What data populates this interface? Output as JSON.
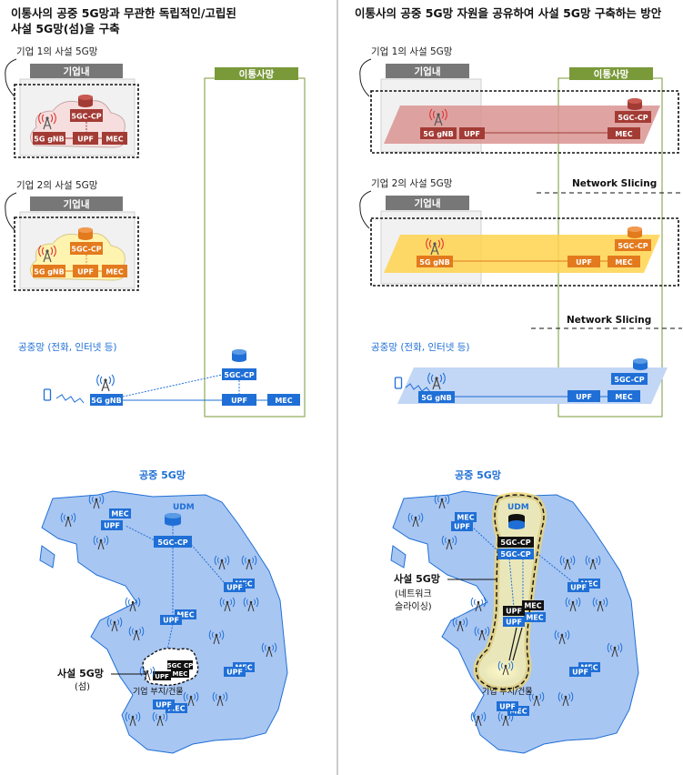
{
  "left": {
    "title_line1": "이통사의 공중 5G망과 무관한 독립적인/고립된",
    "title_line2": "사설 5G망(섬)을 구축",
    "corp1_label": "기업 1의 사설 5G망",
    "corp2_label": "기업 2의 사설 5G망",
    "corp_tab": "기업내",
    "operator_tab": "이통사망",
    "public_net": "공중망 (전화, 인터넷 등)"
  },
  "right": {
    "title": "이통사의 공중 5G망 자원을 공유하여 사설 5G망 구축하는 방안",
    "corp1_label": "기업 1의 사설 5G망",
    "corp2_label": "기업 2의 사설 5G망",
    "corp_tab": "기업내",
    "operator_tab": "이통사망",
    "slicing1": "Network Slicing",
    "slicing2": "Network Slicing",
    "public_net": "공중망 (전화, 인터넷 등)"
  },
  "nodes": {
    "cp": "5GC-CP",
    "upf": "UPF",
    "mec": "MEC",
    "gnb": "5G gNB",
    "udm": "UDM",
    "cp_short": "5GC CP"
  },
  "map_left": {
    "title": "공중 5G망",
    "private": "사설 5G망",
    "private_sub": "(섬)",
    "site": "기업 부지/건물"
  },
  "map_right": {
    "title": "공중 5G망",
    "private": "사설 5G망",
    "private_sub1": "(네트워크",
    "private_sub2": "슬라이싱)",
    "site": "기업 부지/건물"
  },
  "colors": {
    "red": "#a33b35",
    "orange": "#e37a1d",
    "blue": "#1f6fd6",
    "olive": "#7a9a3a",
    "map": "#a8c6f2"
  }
}
